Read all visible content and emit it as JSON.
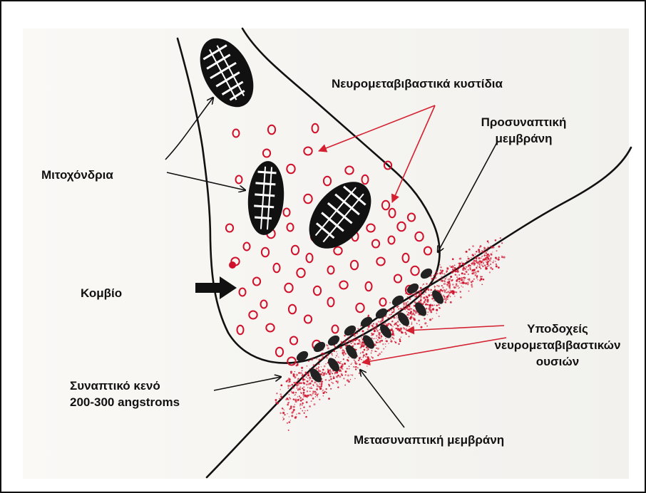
{
  "labels": {
    "vesicles": "Νευρομεταβιβαστικά κυστίδια",
    "presynaptic_1": "Προσυναπτική",
    "presynaptic_2": "μεμβράνη",
    "mitochondria": "Μιτοχόνδρια",
    "bouton": "Κομβίο",
    "receptors_1": "Υποδοχείς",
    "receptors_2": "νευρομεταβιβαστικών",
    "receptors_3": "ουσιών",
    "cleft_1": "Συναπτικό κενό",
    "cleft_2": "200-300 angstroms",
    "postsynaptic": "Μετασυναπτική μεμβράνη"
  },
  "colors": {
    "ink": "#111111",
    "vesicle_red": "#d0112b",
    "arrow_red": "#d42030",
    "paper": "#f6f5f2"
  },
  "icons": {
    "mitochondrion": "mitochondrion-icon",
    "arrow": "arrow-icon",
    "receptor": "receptor-icon"
  }
}
